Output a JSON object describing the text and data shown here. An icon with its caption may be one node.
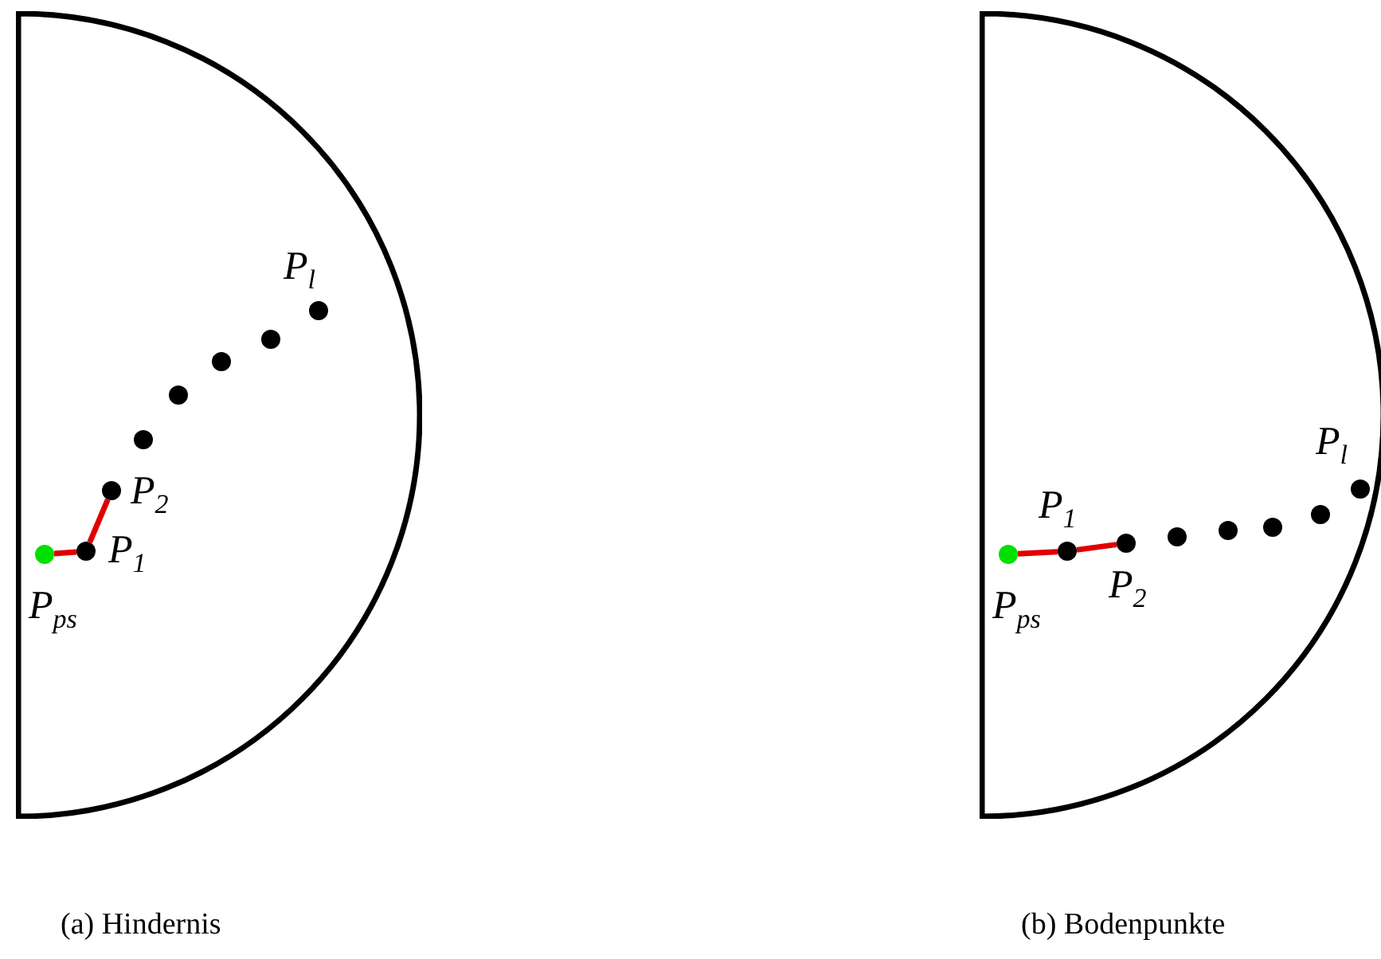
{
  "diagram": {
    "nodes": [
      {
        "text": [],
        "shape": "semicircle"
      },
      {
        "text": [],
        "shape": "circle",
        "beside": [
          "P$_{ps}$"
        ],
        "in": 0
      },
      {
        "text": [],
        "shape": "circle",
        "beside": [
          "P$_{1}$"
        ],
        "in": 0
      },
      {
        "text": [],
        "shape": "circle",
        "beside": [
          "P$_{2}$"
        ],
        "in": 0
      },
      {
        "text": [],
        "shape": "circle",
        "in": 0
      },
      {
        "text": [],
        "shape": "circle",
        "in": 0
      },
      {
        "text": [],
        "shape": "circle",
        "in": 0
      },
      {
        "text": [],
        "shape": "circle",
        "in": 0
      },
      {
        "text": [],
        "shape": "circle",
        "beside": [
          "P$_{l}$"
        ],
        "in": 0
      },
      {
        "text": [],
        "shape": "semicircle"
      },
      {
        "text": [],
        "shape": "circle",
        "beside": [
          "P$_{ps}$"
        ],
        "in": 9
      },
      {
        "text": [],
        "shape": "circle",
        "beside": [
          "P$_{1}$"
        ],
        "in": 9
      },
      {
        "text": [],
        "shape": "circle",
        "beside": [
          "P$_{2}$"
        ],
        "in": 9
      },
      {
        "text": [],
        "shape": "circle",
        "in": 9
      },
      {
        "text": [],
        "shape": "circle",
        "in": 9
      },
      {
        "text": [],
        "shape": "circle",
        "in": 9
      },
      {
        "text": [],
        "shape": "circle",
        "in": 9
      },
      {
        "text": [],
        "shape": "circle",
        "beside": [
          "P$_{l}$"
        ],
        "in": 9
      }
    ],
    "edges": [
      {
        "from": 1,
        "to": 2,
        "arrow": "none"
      },
      {
        "from": 2,
        "to": 3,
        "arrow": "none"
      },
      {
        "from": 10,
        "to": 11,
        "arrow": "none"
      },
      {
        "from": 11,
        "to": 12,
        "arrow": "none"
      }
    ],
    "labels": [
      "(a) Hindernis",
      "(b) Bodenpunkte"
    ]
  }
}
